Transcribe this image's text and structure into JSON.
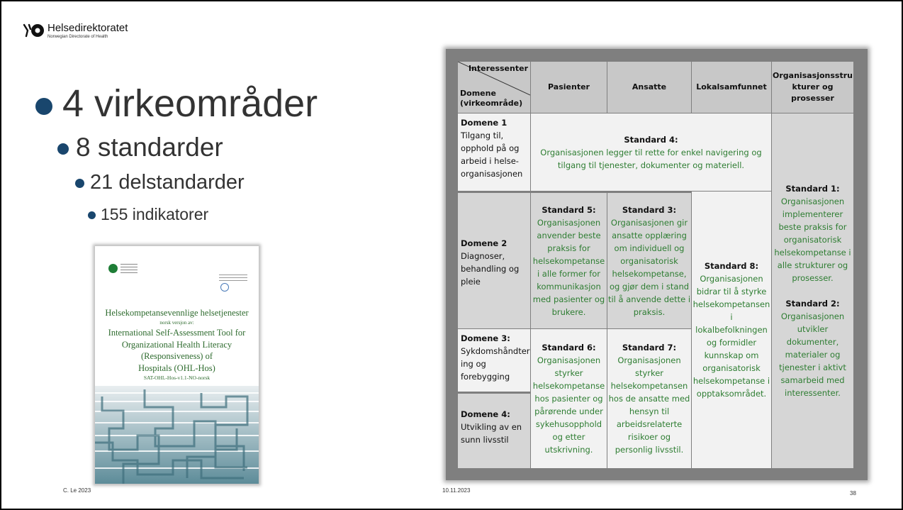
{
  "header": {
    "org_name": "Helsedirektoratet",
    "org_subtitle": "Norwegian Directorate of Health"
  },
  "bullets": {
    "level1": "4 virkeområder",
    "level2": "8 standarder",
    "level3": "21 delstandarder",
    "level4": "155 indikatorer"
  },
  "cover": {
    "title": "Helsekompetansevennlige helsetjenester",
    "version_note": "norsk versjon av:",
    "lines": [
      "International Self-Assessment Tool for",
      "Organizational Health Literacy",
      "(Responsiveness) of",
      "Hospitals (OHL-Hos)"
    ],
    "code": "SAT-OHL-Hos-v1.1-NO-norsk"
  },
  "footer": {
    "author": "C. Le 2023",
    "date": "10.11.2023",
    "page": "38"
  },
  "table": {
    "corner_top": "Interessenter",
    "corner_bottom_1": "Domene",
    "corner_bottom_2": "(virkeområde)",
    "columns": [
      "Pasienter",
      "Ansatte",
      "Lokalsamfunnet",
      "Organisasjonsstru kturer og prosesser"
    ],
    "domains": [
      {
        "title": "Domene 1",
        "lines": [
          "Tilgang til,",
          "opphold på og",
          "arbeid i helse-",
          "organisasjonen"
        ]
      },
      {
        "title": "Domene 2",
        "lines": [
          "Diagnoser,",
          "behandling og",
          "pleie"
        ]
      },
      {
        "title": "Domene 3:",
        "lines": [
          "Sykdomshåndter",
          "ing og",
          "forebygging"
        ]
      },
      {
        "title": "Domene 4:",
        "lines": [
          "Utvikling av en",
          "sunn livsstil"
        ]
      }
    ],
    "standards": {
      "s4": {
        "title": "Standard 4:",
        "lines": [
          "Organisasjonen legger til rette for enkel navigering og",
          "tilgang til tjenester, dokumenter og materiell."
        ]
      },
      "s5": {
        "title": "Standard 5:",
        "lines": [
          "Organisasjonen",
          "anvender beste",
          "praksis for",
          "helsekompetanse",
          "i alle former for",
          "kommunikasjon",
          "med pasienter og",
          "brukere."
        ]
      },
      "s3": {
        "title": "Standard 3:",
        "lines": [
          "Organisasjonen gir",
          "ansatte opplæring",
          "om individuell og",
          "organisatorisk",
          "helsekompetanse,",
          "og gjør dem i stand",
          "til å anvende dette i",
          "praksis."
        ]
      },
      "s6": {
        "title": "Standard 6:",
        "lines": [
          "Organisasjonen",
          "styrker",
          "helsekompetanse",
          "hos pasienter og",
          "pårørende under",
          "sykehusopphold",
          "og etter",
          "utskrivning."
        ]
      },
      "s7": {
        "title": "Standard 7:",
        "lines": [
          "Organisasjonen",
          "styrker",
          "helsekompetansen",
          "hos de ansatte med",
          "hensyn til",
          "arbeidsrelaterte",
          "risikoer og",
          "personlig livsstil."
        ]
      },
      "s8": {
        "title": "Standard 8:",
        "lines": [
          "Organisasjonen",
          "bidrar til å styrke",
          "helsekompetansen",
          "i",
          "lokalbefolkningen",
          "og formidler",
          "kunnskap om",
          "organisatorisk",
          "helsekompetanse i",
          "opptaksområdet."
        ]
      },
      "s1": {
        "title": "Standard 1:",
        "lines": [
          "Organisasjonen",
          "implementerer",
          "beste praksis for",
          "organisatorisk",
          "helsekompetanse i",
          "alle strukturer og",
          "prosesser."
        ]
      },
      "s2": {
        "title": "Standard 2:",
        "lines": [
          "Organisasjonen",
          "utvikler",
          "dokumenter,",
          "materialer og",
          "tjenester i aktivt",
          "samarbeid med",
          "interessenter."
        ]
      }
    }
  },
  "colors": {
    "bullet_dot": "#19466d",
    "standard_text": "#2e7d32"
  }
}
